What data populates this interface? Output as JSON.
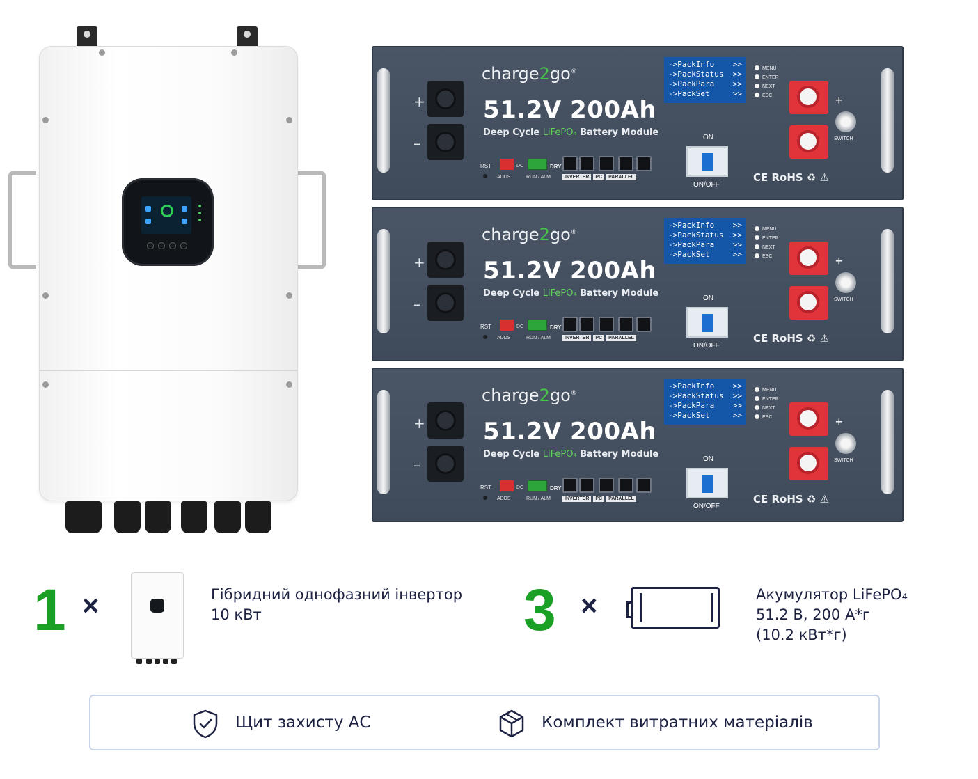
{
  "battery": {
    "brand_prefix": "charge",
    "brand_digit": "2",
    "brand_suffix": "go",
    "brand_mark": "®",
    "capacity": "51.2V 200Ah",
    "subtitle_pre": "Deep Cycle ",
    "subtitle_chem": "LiFePO₄",
    "subtitle_post": " Battery Module",
    "plus": "+",
    "minus": "–",
    "lcd_lines": "->PackInfo    >>\n->PackStatus  >>\n->PackPara    >>\n->PackSet     >>",
    "keys": [
      "MENU",
      "ENTER",
      "NEXT",
      "ESC"
    ],
    "rst_label": "RST",
    "addr_label": "ADDS",
    "dc_label": "DC",
    "dry_label": "DRY",
    "run_label": "RUN / ALM",
    "ports": [
      "INVERTER",
      "PC",
      "PARALLEL"
    ],
    "on_label": "ON",
    "onoff_label": "ON/OFF",
    "cert": "CE  RoHS  ♻  ⚠",
    "switch_label": "SWITCH"
  },
  "bundle": {
    "inverter_qty": "1",
    "inverter_times": "×",
    "inverter_line1": "Гібридний однофазний інвертор",
    "inverter_line2": "10 кВт",
    "battery_qty": "3",
    "battery_times": "×",
    "battery_line1": "Акумулятор LiFePO₄",
    "battery_line2": "51.2 В, 200 А*г",
    "battery_line3": "(10.2 кВт*г)"
  },
  "extras": {
    "protection_label": "Щит захисту АС",
    "kit_label": "Комплект витратних матеріалів"
  },
  "colors": {
    "accent_green": "#1aa024",
    "text_navy": "#1d2242",
    "battery_body": "#444f5f",
    "box_border": "#c9d6ea"
  }
}
